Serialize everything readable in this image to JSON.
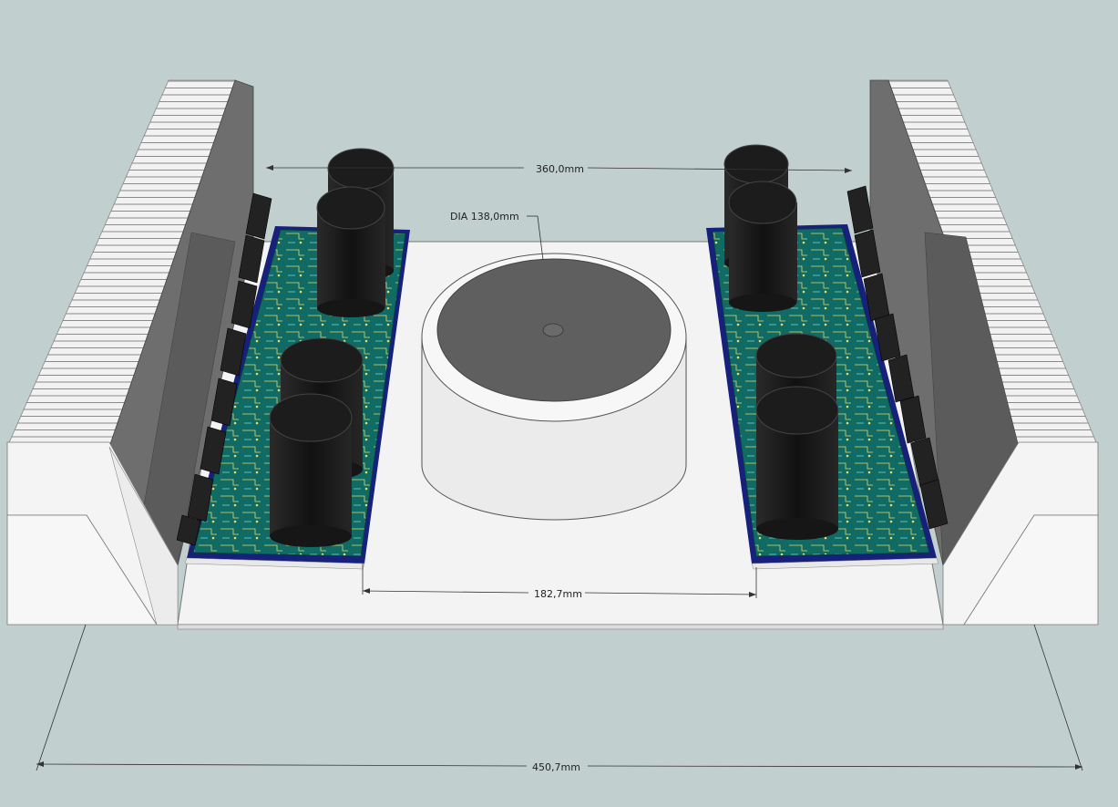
{
  "dimensions": {
    "inner_width": "360,0mm",
    "transformer_diameter": "DIA 138,0mm",
    "board_gap": "182,7mm",
    "overall_width": "450,7mm"
  },
  "colors": {
    "background": "#c2cfcf",
    "chassis": "#f4f4f4",
    "heatsink_inner": "#6e6e6e",
    "pcb": "#0f6b63",
    "pcb_edge": "#17207a",
    "capacitor": "#1c1c1c",
    "transformer_top": "#5f5f5f",
    "transformer_body": "#ebebeb"
  }
}
